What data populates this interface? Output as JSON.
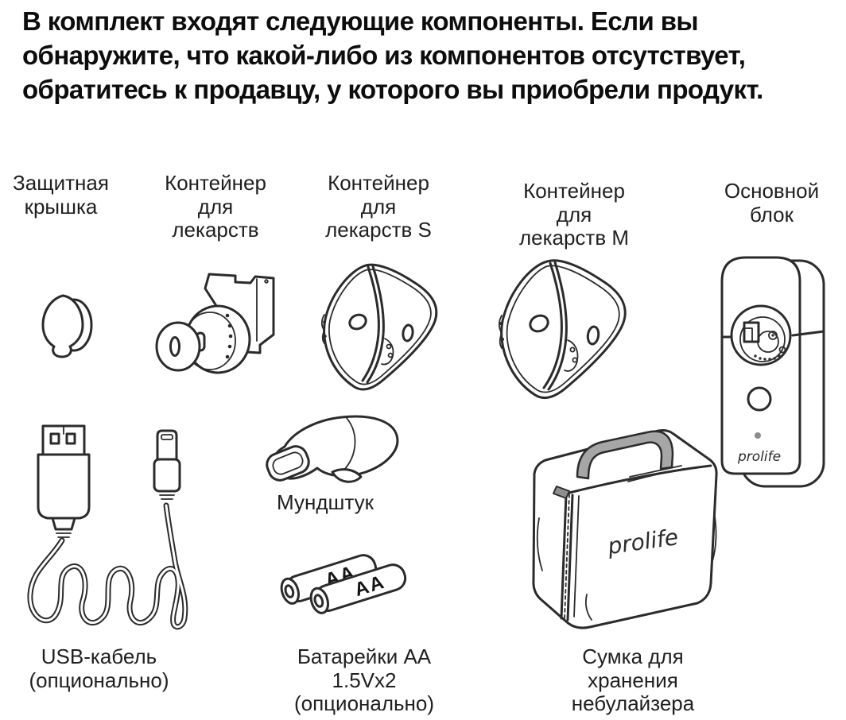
{
  "heading": "В комплект входят следующие компоненты. Если вы\nобнаружите, что какой-либо из компонентов отсутствует,\nобратитесь к продавцу, у которого вы приобрели продукт.",
  "components": {
    "cap": {
      "label": "Защитная\nкрышка"
    },
    "container": {
      "label": "Контейнер\nдля\nлекарств"
    },
    "mask_s": {
      "label": "Контейнер\nдля\nлекарств S"
    },
    "mask_m": {
      "label": "Контейнер\nдля\nлекарств M"
    },
    "main_unit": {
      "label": "Основной\nблок",
      "logo": "prolife"
    },
    "mouthpiece": {
      "label": "Мундштук"
    },
    "usb_cable": {
      "label": "USB-кабель\n(опционально)"
    },
    "batteries": {
      "label": "Батарейки AA\n1.5Vx2\n(опционально)",
      "cell_text": "AA"
    },
    "bag": {
      "label": "Сумка для\nхранения\nнебулайзера",
      "logo": "prolife"
    }
  },
  "colors": {
    "line": "#2b2b2b",
    "text": "#1a1a1a",
    "handle_gray": "#a6a6a6"
  }
}
